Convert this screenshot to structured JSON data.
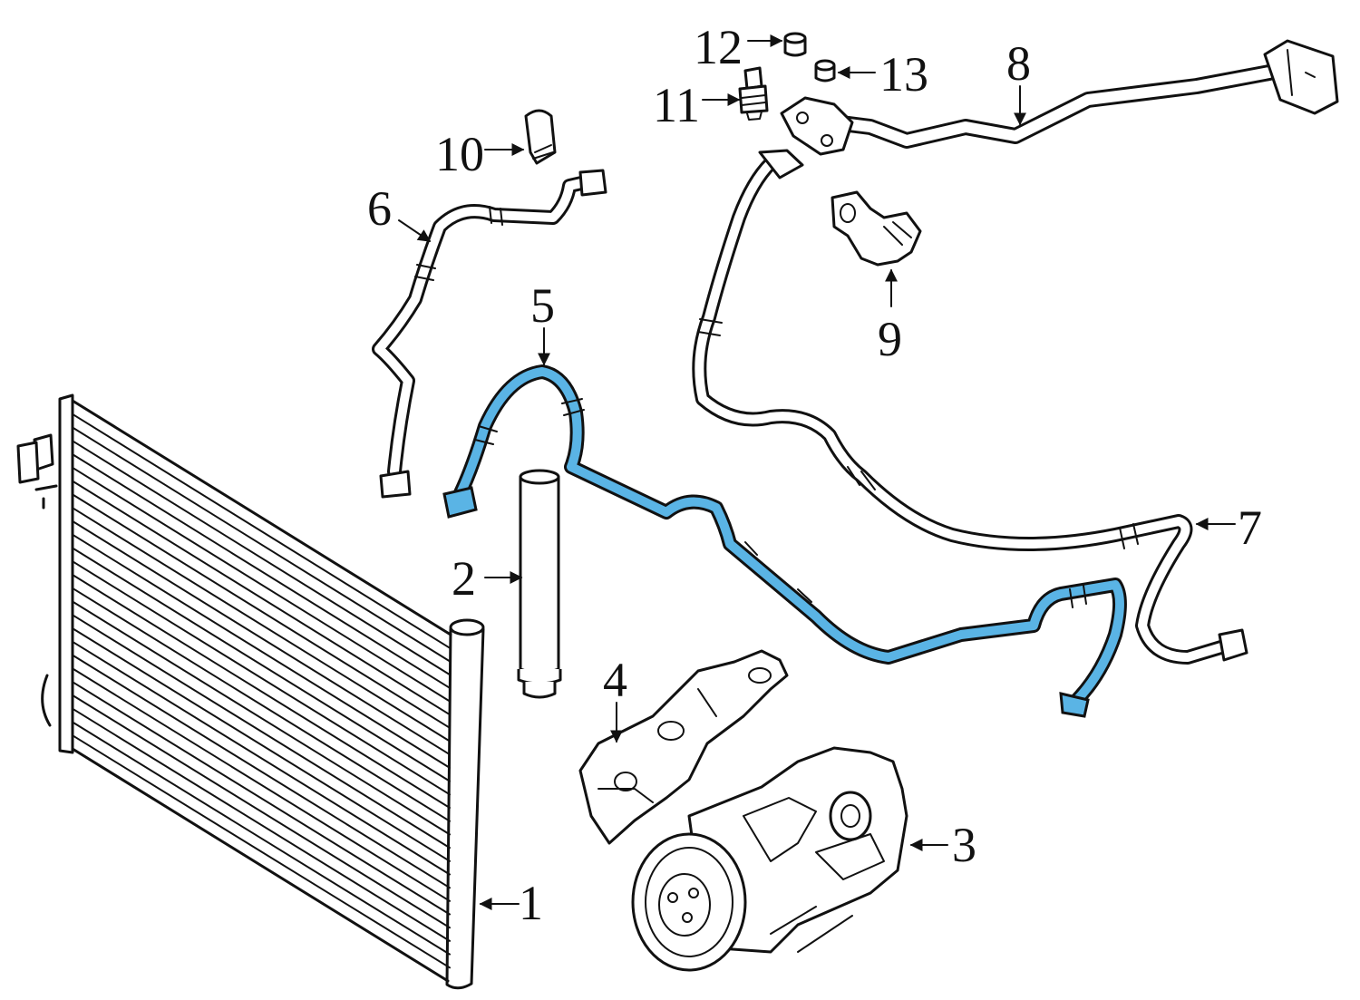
{
  "colors": {
    "line": "#111111",
    "highlight": "#5AB4E5",
    "background": "#ffffff"
  },
  "callouts": [
    {
      "id": "1",
      "label": "1"
    },
    {
      "id": "2",
      "label": "2"
    },
    {
      "id": "3",
      "label": "3"
    },
    {
      "id": "4",
      "label": "4"
    },
    {
      "id": "5",
      "label": "5"
    },
    {
      "id": "6",
      "label": "6"
    },
    {
      "id": "7",
      "label": "7"
    },
    {
      "id": "8",
      "label": "8"
    },
    {
      "id": "9",
      "label": "9"
    },
    {
      "id": "10",
      "label": "10"
    },
    {
      "id": "11",
      "label": "11"
    },
    {
      "id": "12",
      "label": "12"
    },
    {
      "id": "13",
      "label": "13"
    }
  ],
  "highlighted_part": "5"
}
